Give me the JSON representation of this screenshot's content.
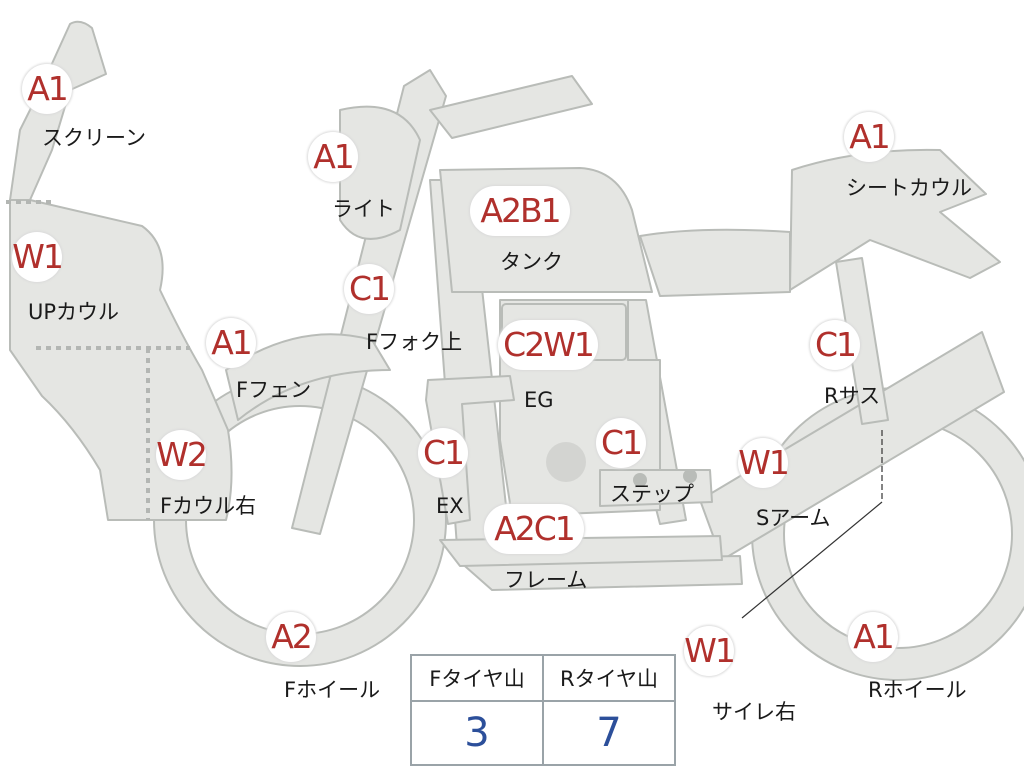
{
  "colors": {
    "part_fill": "#e5e6e3",
    "part_stroke": "#b9bcb8",
    "badge_text": "#b0302c",
    "label_text": "#1a1a1a",
    "tire_value_text": "#2c4f9a",
    "dotted_line": "#b3b6b3"
  },
  "parts": [
    {
      "code": "A1",
      "label": "スクリーン"
    },
    {
      "code": "W1",
      "label": "UPカウル"
    },
    {
      "code": "A1",
      "label": "ライト"
    },
    {
      "code": "A2B1",
      "label": "タンク"
    },
    {
      "code": "A1",
      "label": "シートカウル"
    },
    {
      "code": "C1",
      "label": "Fフォク上"
    },
    {
      "code": "A1",
      "label": "Fフェン"
    },
    {
      "code": "C2W1",
      "label": "EG"
    },
    {
      "code": "C1",
      "label": "Rサス"
    },
    {
      "code": "W2",
      "label": "Fカウル右"
    },
    {
      "code": "C1",
      "label": "EX"
    },
    {
      "code": "C1",
      "label": "ステップ"
    },
    {
      "code": "W1",
      "label": "Sアーム"
    },
    {
      "code": "A2C1",
      "label": "フレーム"
    },
    {
      "code": "A2",
      "label": "Fホイール"
    },
    {
      "code": "W1",
      "label": "サイレ右"
    },
    {
      "code": "A1",
      "label": "Rホイール"
    }
  ],
  "tire_table": {
    "headers": [
      "Fタイヤ山",
      "Rタイヤ山"
    ],
    "values": [
      "3",
      "7"
    ]
  }
}
